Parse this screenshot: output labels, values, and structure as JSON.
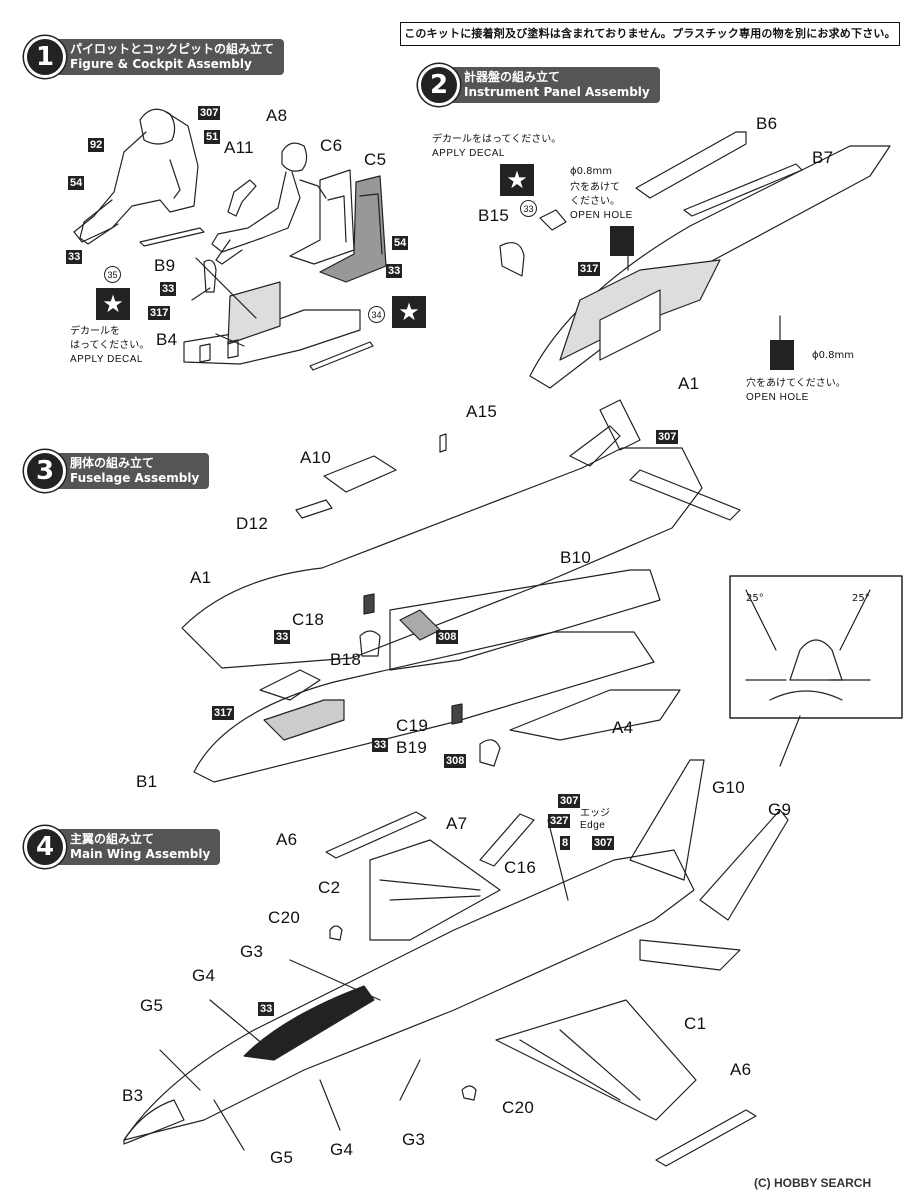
{
  "notice": "このキットに接着剤及び塗料は含まれておりません。プラスチック専用の物を別にお求め下さい。",
  "steps": [
    {
      "num": "1",
      "ja": "パイロットとコックピットの組み立て",
      "en": "Figure & Cockpit Assembly"
    },
    {
      "num": "2",
      "ja": "計器盤の組み立て",
      "en": "Instrument Panel Assembly"
    },
    {
      "num": "3",
      "ja": "胴体の組み立て",
      "en": "Fuselage Assembly"
    },
    {
      "num": "4",
      "ja": "主翼の組み立て",
      "en": "Main Wing Assembly"
    }
  ],
  "decal_note": {
    "ja1": "デカールを",
    "ja2": "はってください。",
    "ja_full": "デカールをはってください。",
    "en": "APPLY DECAL"
  },
  "hole_note": {
    "size": "ϕ0.8mm",
    "ja1": "穴をあけて",
    "ja2": "ください。",
    "ja_full": "穴をあけてください。",
    "en": "OPEN HOLE"
  },
  "edge_note": {
    "ja": "エッジ",
    "en": "Edge"
  },
  "angles": {
    "left": "25°",
    "right": "25°"
  },
  "step1_parts": {
    "a8": "A8",
    "a11": "A11",
    "c6": "C6",
    "c5": "C5",
    "b9": "B9",
    "b4": "B4"
  },
  "step1_paints": {
    "p307": "307",
    "p51": "51",
    "p92": "92",
    "p54a": "54",
    "p33a": "33",
    "p54b": "54",
    "p33b": "33",
    "p33c": "33",
    "p317": "317"
  },
  "step1_decals": {
    "d35": "35",
    "d34": "34"
  },
  "step2_parts": {
    "b6": "B6",
    "b7": "B7",
    "b15": "B15",
    "a1": "A1"
  },
  "step2_paints": {
    "p317": "317"
  },
  "step2_decals": {
    "d33": "33"
  },
  "step3_parts": {
    "a15": "A15",
    "a10": "A10",
    "d12": "D12",
    "a1": "A1",
    "b10": "B10",
    "c18": "C18",
    "b18": "B18",
    "c19": "C19",
    "b19": "B19",
    "a4": "A4",
    "b1": "B1"
  },
  "step3_paints": {
    "p307": "307",
    "p33a": "33",
    "p308a": "308",
    "p317": "317",
    "p33b": "33",
    "p308b": "308"
  },
  "step4_parts": {
    "a6a": "A6",
    "a7": "A7",
    "g10": "G10",
    "g9": "G9",
    "c2": "C2",
    "c16": "C16",
    "c20a": "C20",
    "g3a": "G3",
    "g4a": "G4",
    "g5a": "G5",
    "b3": "B3",
    "c1": "C1",
    "a6b": "A6",
    "c20b": "C20",
    "g3b": "G3",
    "g4b": "G4",
    "g5b": "G5"
  },
  "step4_paints": {
    "p307a": "307",
    "p327": "327",
    "p8": "8",
    "p307b": "307",
    "p33": "33"
  },
  "watermark": "HOBBY SEARCH",
  "watermark_prefix": "(C)"
}
